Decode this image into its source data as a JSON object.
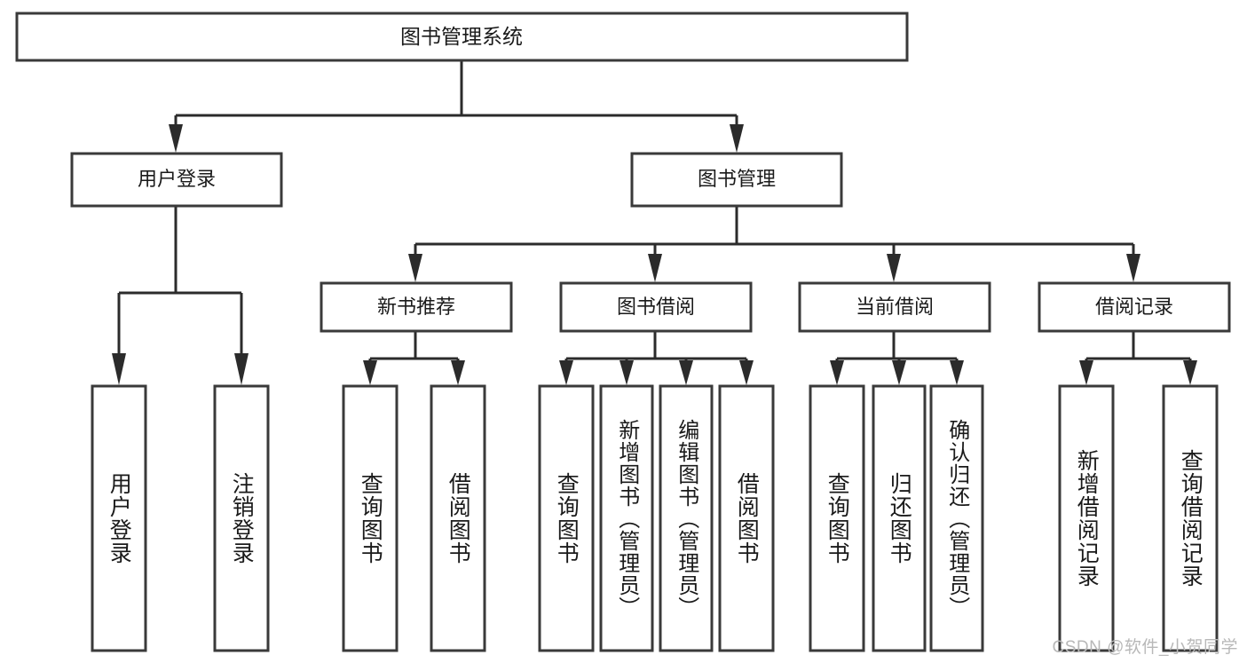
{
  "diagram": {
    "title": "图书管理系统",
    "type": "hierarchy-tree",
    "watermark": "CSDN @软件_小贺同学",
    "root": {
      "id": "root",
      "label": "图书管理系统"
    },
    "level2": [
      {
        "id": "user-login",
        "label": "用户登录"
      },
      {
        "id": "book-manage",
        "label": "图书管理"
      }
    ],
    "level3": [
      {
        "id": "new-book-rec",
        "label": "新书推荐",
        "parent": "book-manage"
      },
      {
        "id": "book-borrow",
        "label": "图书借阅",
        "parent": "book-manage"
      },
      {
        "id": "current-borrow",
        "label": "当前借阅",
        "parent": "book-manage"
      },
      {
        "id": "borrow-record",
        "label": "借阅记录",
        "parent": "book-manage"
      }
    ],
    "leaves": [
      {
        "id": "leaf-user-login",
        "label": "用户登录",
        "parent": "user-login"
      },
      {
        "id": "leaf-logout",
        "label": "注销登录",
        "parent": "user-login"
      },
      {
        "id": "leaf-query-book-1",
        "label": "查询图书",
        "parent": "new-book-rec"
      },
      {
        "id": "leaf-borrow-book-1",
        "label": "借阅图书",
        "parent": "new-book-rec"
      },
      {
        "id": "leaf-query-book-2",
        "label": "查询图书",
        "parent": "book-borrow"
      },
      {
        "id": "leaf-add-book",
        "label": "新增图书（管理员）",
        "parent": "book-borrow"
      },
      {
        "id": "leaf-edit-book",
        "label": "编辑图书（管理员）",
        "parent": "book-borrow"
      },
      {
        "id": "leaf-borrow-book-2",
        "label": "借阅图书",
        "parent": "book-borrow"
      },
      {
        "id": "leaf-query-book-3",
        "label": "查询图书",
        "parent": "current-borrow"
      },
      {
        "id": "leaf-return-book",
        "label": "归还图书",
        "parent": "current-borrow"
      },
      {
        "id": "leaf-confirm-return",
        "label": "确认归还（管理员）",
        "parent": "current-borrow"
      },
      {
        "id": "leaf-add-record",
        "label": "新增借阅记录",
        "parent": "borrow-record"
      },
      {
        "id": "leaf-query-record",
        "label": "查询借阅记录",
        "parent": "borrow-record"
      }
    ],
    "colors": {
      "box_stroke": "#3a3a3a",
      "edge": "#2b2b2b",
      "text": "#1a1a1a",
      "background": "#ffffff",
      "watermark": "#b8b8b8"
    }
  }
}
